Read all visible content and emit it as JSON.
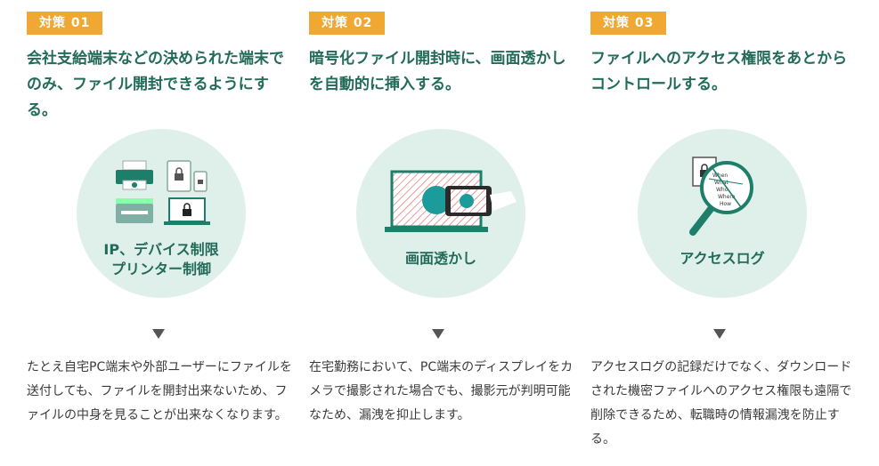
{
  "columns": [
    {
      "badge": "対策 01",
      "heading": "会社支給端末などの決められた端末でのみ、ファイル開封できるようにする。",
      "circle_label": "IP、デバイス制限\nプリンター制御",
      "circle_label_line1": "IP、デバイス制限",
      "circle_label_line2": "プリンター制御",
      "description": "たとえ自宅PC端末や外部ユーザーにファイルを送付しても、ファイルを開封出来ないため、ファイルの中身を見ることが出来なくなります。"
    },
    {
      "badge": "対策 02",
      "heading": "暗号化ファイル開封時に、画面透かしを自動的に挿入する。",
      "circle_label": "画面透かし",
      "description": "在宅勤務において、PC端末のディスプレイをカメラで撮影された場合でも、撮影元が判明可能なため、漏洩を抑止します。"
    },
    {
      "badge": "対策 03",
      "heading": "ファイルへのアクセス権限をあとからコントロールする。",
      "circle_label": "アクセスログ",
      "magnifier_words": [
        "When",
        "What",
        "Who",
        "Where",
        "How"
      ],
      "description": "アクセスログの記録だけでなく、ダウンロードされた機密ファイルへのアクセス権限も遠隔で削除できるため、転職時の情報漏洩を防止する。"
    }
  ],
  "colors": {
    "badge": "#f0a832",
    "heading": "#236b59",
    "circle": "#dff0ea",
    "accent": "#1d7f6a"
  }
}
